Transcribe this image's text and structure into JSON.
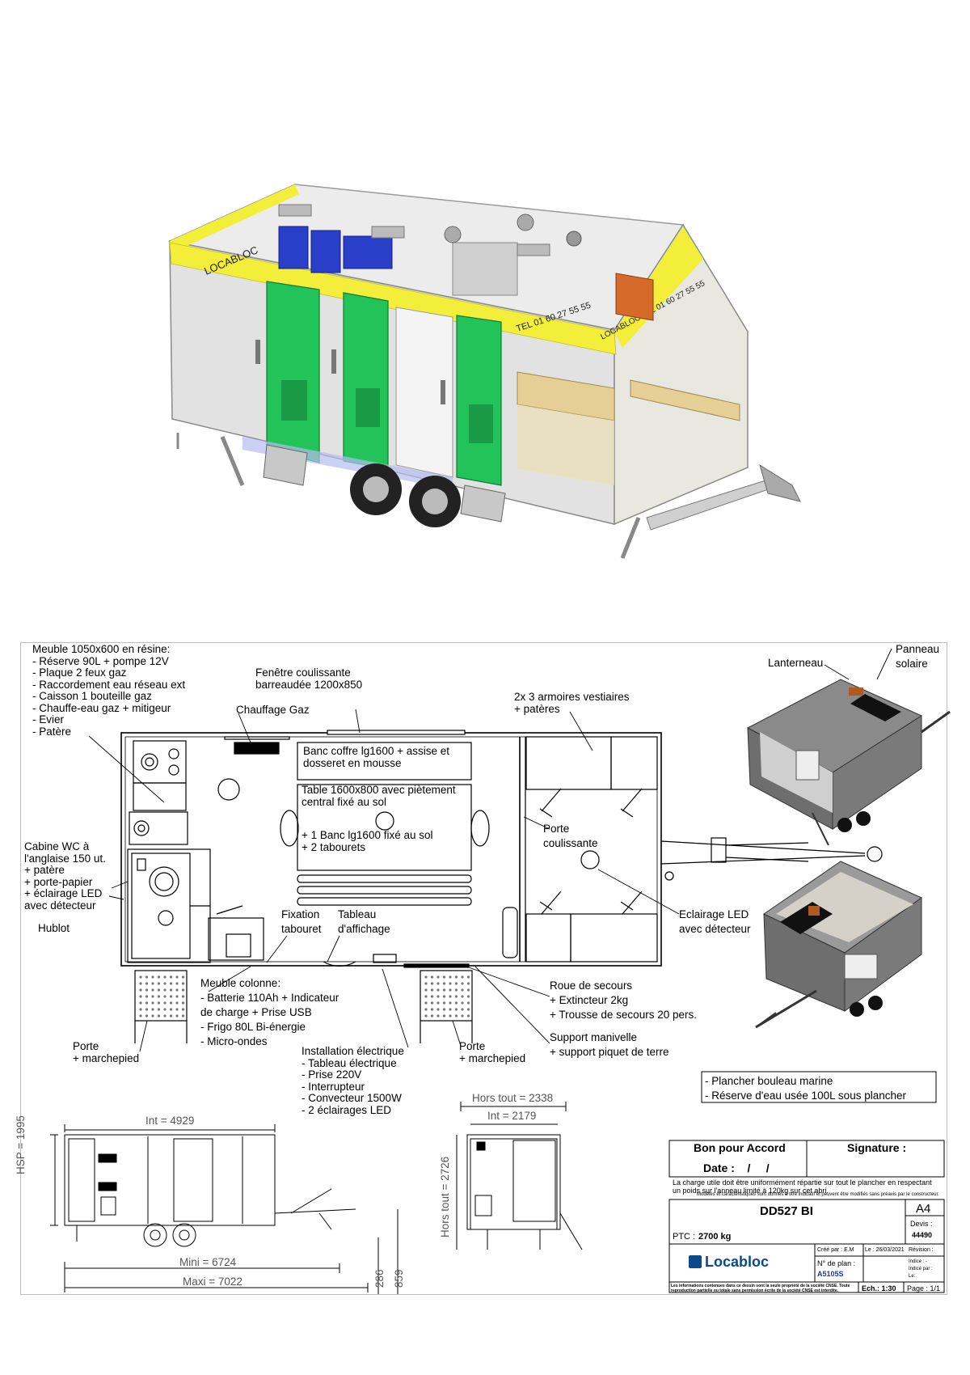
{
  "render3d": {
    "brand_side": "LOCABLOC",
    "brand_phone": "LOCABLOC TEL 01 60 27 55 55",
    "brand_front": "TEL 01 60 27 55 55"
  },
  "labels": {
    "meuble_title": "Meuble 1050x600 en résine:",
    "meuble_items": [
      "- Réserve 90L + pompe 12V",
      "- Plaque 2 feux gaz",
      "- Raccordement eau réseau ext",
      "- Caisson 1 bouteille gaz",
      "- Chauffe-eau gaz + mitigeur",
      "- Evier",
      "- Patère"
    ],
    "fenetre": [
      "Fenêtre coulissante",
      "barreaudée 1200x850"
    ],
    "chauffage": "Chauffage Gaz",
    "armoires": [
      "2x 3 armoires vestiaires",
      "+ patères"
    ],
    "banc_coffre": [
      "Banc coffre lg1600 + assise et",
      "dosseret en mousse"
    ],
    "table": [
      "Table 1600x800 avec piètement",
      "central fixé au sol"
    ],
    "banc_tabourets": [
      "+ 1 Banc lg1600 fixé au sol",
      "+ 2 tabourets"
    ],
    "cabine_wc": [
      "Cabine WC à",
      "l'anglaise 150 ut.",
      "+ patère",
      "+ porte-papier",
      "+ éclairage LED",
      "avec détecteur"
    ],
    "hublot": "Hublot",
    "fixation": [
      "Fixation",
      "tabouret"
    ],
    "tableau_aff": [
      "Tableau",
      "d'affichage"
    ],
    "porte_coul": [
      "Porte",
      "coulissante"
    ],
    "eclairage": [
      "Eclairage LED",
      "avec détecteur"
    ],
    "meuble_colonne": [
      "Meuble colonne:",
      "- Batterie 110Ah + Indicateur",
      "de charge + Prise USB",
      "- Frigo 80L  Bi-énergie",
      "- Micro-ondes"
    ],
    "porte_march_left": [
      "Porte",
      "+ marchepied"
    ],
    "install_elec": [
      "Installation électrique",
      "- Tableau électrique",
      "- Prise 220V",
      "- Interrupteur",
      "- Convecteur 1500W",
      "- 2 éclairages LED"
    ],
    "porte_march_mid": [
      "Porte",
      "+ marchepied"
    ],
    "roue": [
      "Roue de secours",
      "+ Extincteur 2kg",
      "+ Trousse de secours 20 pers."
    ],
    "support": [
      "Support manivelle",
      "+ support piquet de terre"
    ],
    "lanterneau": "Lanterneau",
    "panneau": [
      "Panneau",
      "solaire"
    ],
    "notes": [
      "- Plancher bouleau marine",
      "- Réserve d'eau usée 100L sous plancher"
    ]
  },
  "dimensions": {
    "int_length": "Int = 4929",
    "hsp": "HSP = 1995",
    "mini": "Mini = 6724",
    "maxi": "Maxi = 7022",
    "d286": "286",
    "d859": "859",
    "hors_tout_w": "Hors tout = 2338",
    "int_w": "Int = 2179",
    "hors_tout_h": "Hors tout = 2726"
  },
  "titleblock": {
    "bon_pour_accord": "Bon pour Accord",
    "signature": "Signature :",
    "date": "Date :    /     /",
    "charge_note": "La charge utile doit être uniformément répartie sur tout le plancher en respectant un poids sur l'anneau limité à 120kg sur cet abri.",
    "modeles_note": "Modèles et caractéristiques sont donnés à titre indicatif et peuvent être modifiés sans préavis par le constructeur.",
    "model": "DD527 BI",
    "format": "A4",
    "devis_label": "Devis :",
    "devis_value": "44490",
    "ptc_label": "PTC :",
    "ptc_value": "2700 kg",
    "logo": "Locabloc",
    "cree_par": "Créé par : E.M",
    "le": "Le : 26/03/2021",
    "revision": "Révision :",
    "plan_label": "N° de plan :",
    "plan_value": "A5105S",
    "indice": "Indice : -",
    "indice_par": "Indicé par :",
    "indice_le": "Le:",
    "footer_note": "Les informations contenues dans ce dessin sont la seule propriété de la société CNSE. Toute reproduction partielle ou totale sans permission écrite de la société CNSE est interdite.",
    "echelle": "Ech.: 1:30",
    "page": "Page : 1/1"
  },
  "colors": {
    "yellow_band": "#f2ee3a",
    "wc_green": "#22c45a",
    "shower_blue": "#2a3fc9",
    "orange_panel": "#d66a2a",
    "plan_line": "#000000",
    "body_grey": "#dcdcdc"
  }
}
